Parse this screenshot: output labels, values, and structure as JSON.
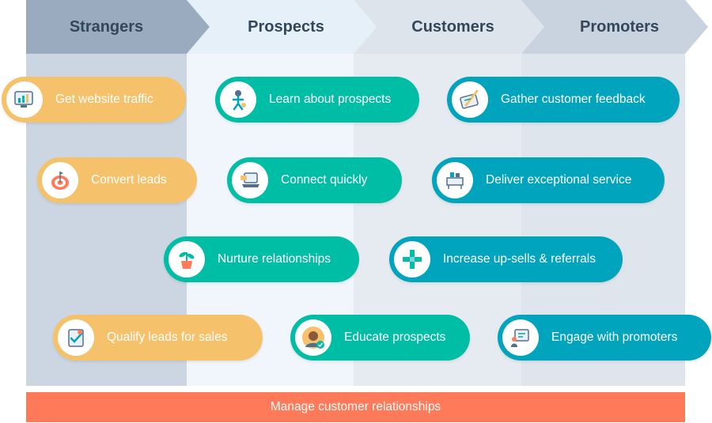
{
  "colors": {
    "strangers_head": "#9aabbf",
    "strangers_body": "#cbd6e2",
    "prospects_head": "#e5f0f9",
    "prospects_body": "#f0f6fb",
    "customers_head": "#dde4ec",
    "customers_body": "#e6ebf1",
    "promoters_head": "#c8d3df",
    "promoters_body": "#dfe5ec",
    "banner": "#ff7a59"
  },
  "stages": [
    {
      "label": "Strangers"
    },
    {
      "label": "Prospects"
    },
    {
      "label": "Customers"
    },
    {
      "label": "Promoters"
    }
  ],
  "actions": [
    {
      "label": "Get website traffic",
      "icon": "analytics-dashboard-icon"
    },
    {
      "label": "Learn about prospects",
      "icon": "person-research-icon"
    },
    {
      "label": "Gather customer feedback",
      "icon": "feedback-notepad-icon"
    },
    {
      "label": "Convert leads",
      "icon": "target-icon"
    },
    {
      "label": "Connect quickly",
      "icon": "laptop-chat-icon"
    },
    {
      "label": "Deliver exceptional service",
      "icon": "service-desk-icon"
    },
    {
      "label": "Nurture relationships",
      "icon": "potted-plant-icon"
    },
    {
      "label": "Increase up-sells & referrals",
      "icon": "growth-arrows-icon"
    },
    {
      "label": "Qualify leads for sales",
      "icon": "checklist-icon"
    },
    {
      "label": "Educate prospects",
      "icon": "avatar-check-icon"
    },
    {
      "label": "Engage with promoters",
      "icon": "engagement-board-icon"
    }
  ],
  "banner": {
    "label": "Manage customer relationships"
  }
}
